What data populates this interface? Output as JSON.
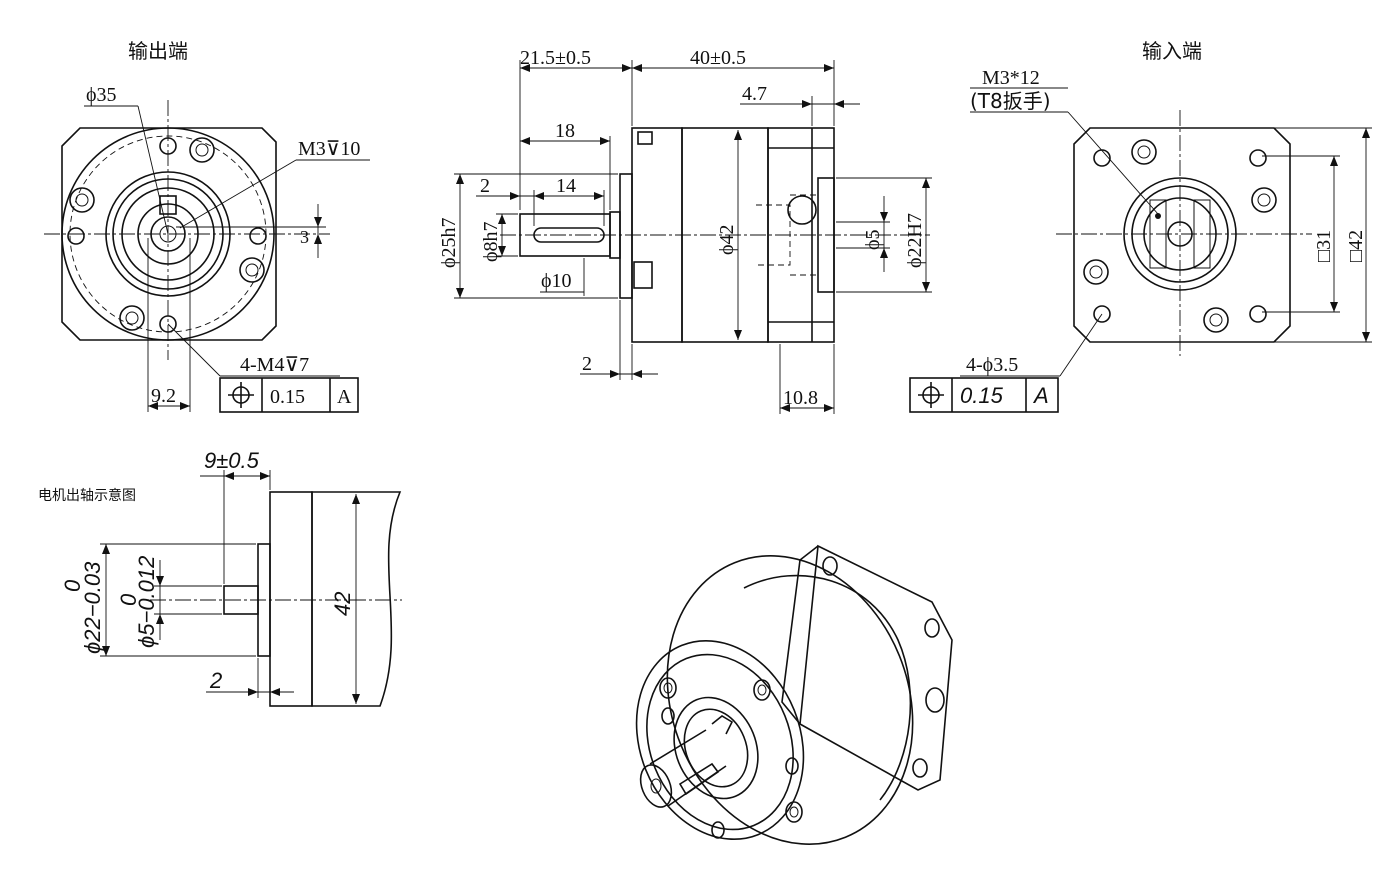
{
  "views": {
    "output_end": {
      "title": "输出端",
      "dia_35": "ϕ35",
      "thread_m3": "M3⊽10",
      "dim_3": "3",
      "dim_9_2": "9.2",
      "holes": "4-M4⊽7",
      "tol_value": "0.15",
      "tol_datum": "A"
    },
    "side_view": {
      "len_21_5": "21.5±0.5",
      "len_40": "40±0.5",
      "len_4_7": "4.7",
      "len_18": "18",
      "len_2_top": "2",
      "len_14": "14",
      "dia_25h7": "ϕ25h7",
      "dia_8h7": "ϕ8h7",
      "dia_10": "ϕ10",
      "dia_42": "ϕ42",
      "dia_5": "ϕ5",
      "dia_22H7": "ϕ22H7",
      "len_2_bottom": "2",
      "len_10_8": "10.8"
    },
    "input_end": {
      "title": "输入端",
      "screw": "M3*12",
      "wrench": "(T8扳手)",
      "sq_31": "□31",
      "sq_42": "□42",
      "holes": "4-ϕ3.5",
      "tol_value": "0.15",
      "tol_datum": "A"
    },
    "motor_shaft": {
      "title": "电机出轴示意图",
      "len_9": "9±0.5",
      "dia_22": "ϕ22−0.03",
      "dia_22_upper": "0",
      "dia_5": "ϕ5−0.012",
      "dia_5_upper": "0",
      "len_2": "2",
      "height_42": "42"
    }
  }
}
